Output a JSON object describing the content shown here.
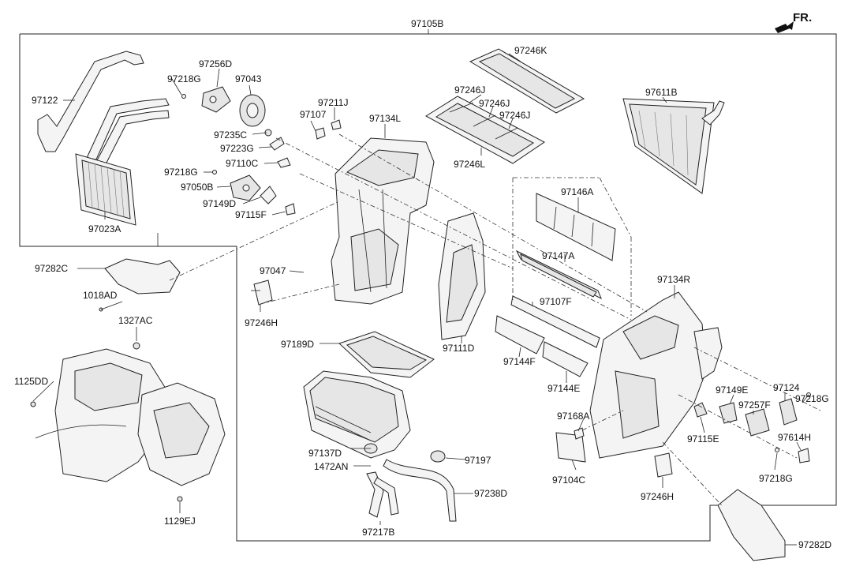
{
  "orientation": {
    "label": "FR."
  },
  "parts": {
    "p97105B": "97105B",
    "p97246K": "97246K",
    "p97256D": "97256D",
    "p97218G_a": "97218G",
    "p97043": "97043",
    "p97122": "97122",
    "p97246J_a": "97246J",
    "p97246J_b": "97246J",
    "p97246J_c": "97246J",
    "p97611B": "97611B",
    "p97211J": "97211J",
    "p97107": "97107",
    "p97134L": "97134L",
    "p97235C": "97235C",
    "p97223G": "97223G",
    "p97246L": "97246L",
    "p97110C": "97110C",
    "p97218G_b": "97218G",
    "p97146A": "97146A",
    "p97050B": "97050B",
    "p97149D": "97149D",
    "p97115F": "97115F",
    "p97023A": "97023A",
    "p97147A": "97147A",
    "p97282C": "97282C",
    "p97047": "97047",
    "p97134R": "97134R",
    "p1018AD": "1018AD",
    "p97107F": "97107F",
    "p97246H_a": "97246H",
    "p1327AC": "1327AC",
    "p97189D": "97189D",
    "p97111D": "97111D",
    "p97144F": "97144F",
    "p97144E": "97144E",
    "p1125DD": "1125DD",
    "p97124": "97124",
    "p97149E": "97149E",
    "p97218G_c": "97218G",
    "p97257F": "97257F",
    "p97168A": "97168A",
    "p97115E": "97115E",
    "p97614H": "97614H",
    "p97137D": "97137D",
    "p97197": "97197",
    "p1472AN": "1472AN",
    "p97104C": "97104C",
    "p97218G_d": "97218G",
    "p97238D": "97238D",
    "p97246H_b": "97246H",
    "p1129EJ": "1129EJ",
    "p97217B": "97217B",
    "p97282D": "97282D"
  }
}
